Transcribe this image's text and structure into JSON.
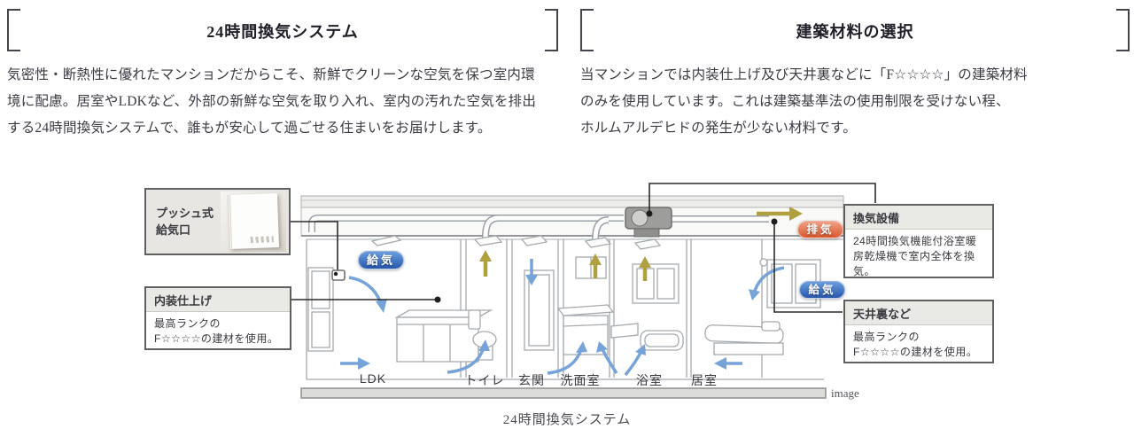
{
  "sections": {
    "ventilation": {
      "title": "24時間換気システム",
      "body": [
        "気密性・断熱性に優れたマンションだからこそ、新鮮でクリーンな空気を保つ室内環",
        "境に配慮。居室やLDKなど、外部の新鮮な空気を取り入れ、室内の汚れた空気を排出",
        "する24時間換気システムで、誰もが安心して過ごせる住まいをお届けします。"
      ]
    },
    "materials": {
      "title": "建築材料の選択",
      "body": [
        "当マンションでは内装仕上げ及び天井裏などに「F☆☆☆☆」の建築材料",
        "のみを使用しています。これは建築基準法の使用制限を受けない程、",
        "ホルムアルデヒドの発生が少ない材料です。"
      ]
    }
  },
  "diagram": {
    "callouts": {
      "push_inlet": {
        "title_lines": [
          "プッシュ式",
          "給気口"
        ]
      },
      "interior_finish": {
        "title": "内装仕上げ",
        "body_lines": [
          "最高ランクの",
          "F☆☆☆☆の建材を使用。"
        ]
      },
      "vent_equipment": {
        "title": "換気設備",
        "body": "24時間換気機能付浴室暖房乾燥機で室内全体を換気。"
      },
      "ceiling_space": {
        "title": "天井裏など",
        "body_lines": [
          "最高ランクの",
          "F☆☆☆☆の建材を使用。"
        ]
      }
    },
    "pills": {
      "supply_left": "給気",
      "exhaust": "排気",
      "supply_right": "給気"
    },
    "room_labels": [
      "LDK",
      "トイレ",
      "玄関",
      "洗面室",
      "浴室",
      "居室"
    ],
    "image_note": "image",
    "caption": "24時間換気システム"
  },
  "colors": {
    "supply_blue": "#2857ac",
    "exhaust_orange": "#d9572e",
    "duct_arrow_olive": "#b0a140",
    "airflow_blue": "#76a4d8",
    "line_art": "#9aa0a6"
  }
}
